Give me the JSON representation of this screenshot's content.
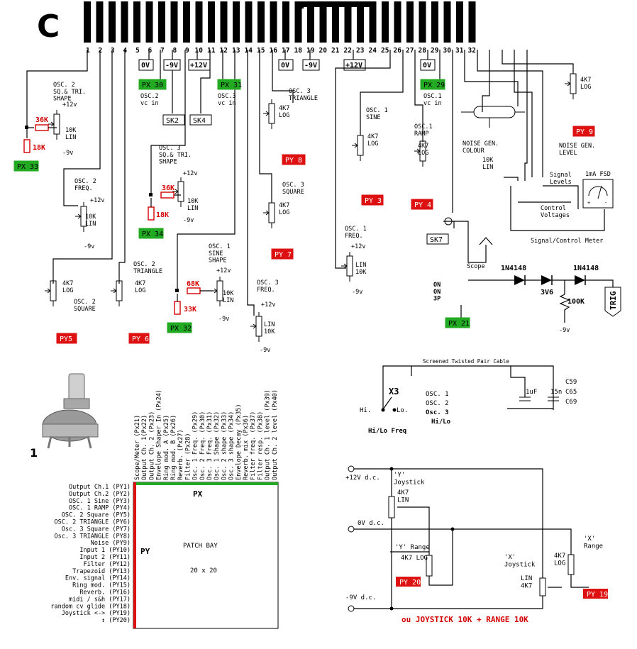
{
  "colors": {
    "px_green": "#22aa22",
    "py_red": "#dd1111",
    "resistor_red": "#d40000",
    "patchbay_green": "#22aa22",
    "patchbay_red": "#dd1111"
  },
  "header_letter": "C",
  "pins": [
    "1",
    "2",
    "3",
    "4",
    "5",
    "6",
    "7",
    "8",
    "9",
    "10",
    "11",
    "12",
    "13",
    "14",
    "15",
    "16",
    "17",
    "18",
    "19",
    "20",
    "21",
    "22",
    "23",
    "24",
    "25",
    "26",
    "27",
    "28",
    "29",
    "30",
    "31",
    "32"
  ],
  "power_boxes": [
    "0V",
    "-9V",
    "+12V",
    "0V",
    "-9V",
    "+12V",
    "0V"
  ],
  "sk": [
    "SK2",
    "SK4",
    "SK7"
  ],
  "px_tags": [
    "PX 30",
    "PX 31",
    "PX 29",
    "PX 33",
    "PX 34",
    "PX 32",
    "PX 21"
  ],
  "py_tags": [
    "PY 9",
    "PY 8",
    "PY 3",
    "PY 4",
    "PY 7",
    "PY5",
    "PY 6"
  ],
  "resistors": [
    "36K",
    "18K",
    "36K",
    "18K",
    "68K",
    "33K"
  ],
  "labels": {
    "osc2_vc": "OSC.2\nvc in",
    "osc3_vc": "OSC.3\nvc in",
    "osc1_vc": "OSC.1\nvc in",
    "osc2_shape": "OSC. 2\nSQ.& TRI.\nSHAPE",
    "osc3_shape": "OSC. 3\nSQ.& TRI.\nSHAPE",
    "osc2_freq": "OSC. 2\nFREQ.",
    "osc3_triangle": "OSC. 3\nTRIANGLE",
    "osc1_sine": "OSC. 1\nSINE",
    "osc1_ramp": "OSC.1\nRAMP",
    "noise_colour": "NOISE GEN.\nCOLOUR",
    "noise_pot": "10K\nLIN",
    "noise_level": "NOISE GEN.\nLEVEL",
    "osc3_square": "OSC. 3\nSQUARE",
    "osc1_freq": "OSC. 1\nFREQ.",
    "osc2_square": "OSC. 2\nSQUARE",
    "osc2_triangle": "OSC. 2\nTRIANGLE",
    "osc1_sine_shape": "OSC. 1\nSINE\nSHAPE",
    "osc3_freq": "OSC. 3\nFREQ.",
    "signal_levels": "Signal\nLevels",
    "control_voltages": "Control\nVoltages",
    "meter": "1mA FSD",
    "meter_caption": "Signal/Control Meter",
    "scope": "Scope",
    "switch": "ON\nON\n3P",
    "diode1": "1N4148",
    "diode2": "1N4148",
    "zener": "3V6",
    "r100k": "100K",
    "trig": "TRIG",
    "minus9": "-9v",
    "plus12": "+12v",
    "pot_4k7_log": "4K7\nLOG",
    "pot_10k_lin": "10K\nLIN",
    "pot_lin_10k": "LIN\n10K",
    "pot_10k_lin2": "10K LIN"
  },
  "cable": {
    "title": "Screened Twisted Pair Cable",
    "x3": "X3",
    "hi": "Hi.",
    "lo": "Lo.",
    "oscs": [
      "OSC. 1",
      "OSC. 2",
      "Osc. 3"
    ],
    "hilo": "Hi/Lo",
    "caption": "Hi/Lo Freq",
    "cap1": "1uF",
    "cap2": "15n",
    "c_labels": [
      "C59",
      "C65",
      "C69"
    ]
  },
  "patchbay": {
    "px_columns": [
      "Scope/Meter (Px21)",
      "Output Ch. 1(Px22)",
      "Output Ch. 2 (Px23)",
      "Envelope Shaper In (Px24)",
      "Ring mod. A (Px25)",
      "Ring mod. B (Px26)",
      "Reverb. (Px27)",
      "Filter (Px28)",
      "Osc. 1 Freq. (Px29)",
      "Osc. 2 Freq. (Px30)",
      "Osc. 3 Freq. (Px31)",
      "Osc. 1 Shape (Px32)",
      "Osc. 2 shape (Px33)",
      "Osc. 3 shape (Px34)",
      "Envelope Decay (Px35)",
      "Reverb. mix (Px36)",
      "Filter freq. (Px37)",
      "Filter resp. (Px38)",
      "Output Ch. 1 level (Px39)",
      "Output Ch. 2 level (Px40)"
    ],
    "py_rows": [
      "Output Ch.1 (PY1)",
      "Output Ch.2 (PY2)",
      "OSC. 1 Sine (PY3)",
      "OSC. 1 RAMP (PY4)",
      "OSC. 2   Square (PY5)",
      "OSC. 2 TRIANGLE (PY6)",
      "Osc. 3   Square (PY7)",
      "Osc. 3 TRIANGLE (PY8)",
      "Noise (PY9)",
      "Input 1 (PY10)",
      "Input 2 (PY11)",
      "Filter (PY12)",
      "Trapezoid (PY13)",
      "Env. signal (PY14)",
      "Ring mod. (PY15)",
      "Reverb. (PY16)",
      "midi / s&h (PY17)",
      "random cv glide (PY18)",
      "Joystick <-> (PY19)",
      "↕ (PY20)"
    ],
    "px_label": "PX",
    "py_label": "PY",
    "title": "PATCH BAY",
    "size": "20 x 20"
  },
  "pot_photo_label": "1",
  "joystick": {
    "rails": [
      "+12V d.c.",
      "0V d.c.",
      "-9V d.c."
    ],
    "y_joystick": "'Y'\nJoystick",
    "y_pot": "4K7\nLIN",
    "y_range": "'Y' Range",
    "y_range_pot": "4K7 LOG",
    "py20": "PY 20",
    "x_range": "'X'\nRange",
    "x_range_pot": "4K7\nLOG",
    "x_joystick": "'X'\nJoystick",
    "x_pot": "LIN\n4K7",
    "py19": "PY 19",
    "caption": "ou JOYSTICK 10K + RANGE 10K"
  }
}
